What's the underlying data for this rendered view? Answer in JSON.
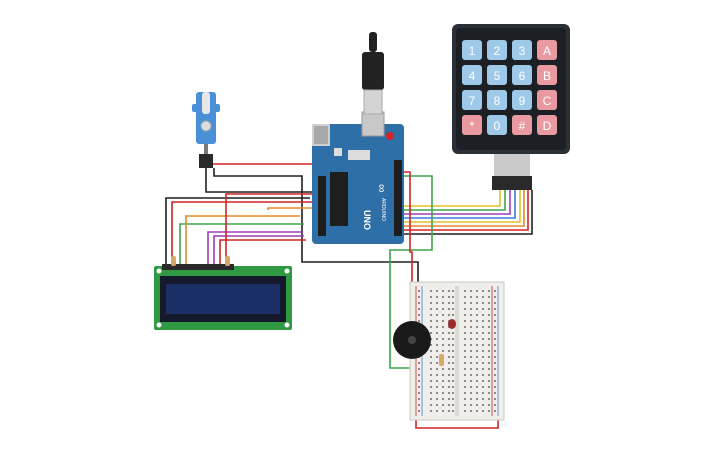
{
  "circuit": {
    "keypad": {
      "keys": [
        [
          "1",
          "2",
          "3",
          "A"
        ],
        [
          "4",
          "5",
          "6",
          "B"
        ],
        [
          "7",
          "8",
          "9",
          "C"
        ],
        [
          "*",
          "0",
          "#",
          "D"
        ]
      ]
    },
    "arduino": {
      "logo": "∞",
      "model": "UNO",
      "brand": "ARDUINO"
    },
    "colors": {
      "board": "#2e6fa8",
      "keypad_body": "#2b2f36",
      "key_numeric": "#9ec9e8",
      "key_letter": "#e99aa0",
      "lcd_pcb": "#2f9a43",
      "lcd_screen": "#1c2e66",
      "breadboard": "#efeeea",
      "wire_red": "#d22424",
      "wire_black": "#1f1f1f",
      "wire_green": "#3fa34d",
      "wire_yellow": "#e3c02a",
      "wire_orange": "#e48a2a",
      "wire_purple": "#9a3fb5",
      "wire_blue": "#3f7bd9"
    },
    "icons": [
      "usb-cable-icon",
      "servo-motor-icon",
      "buzzer-icon",
      "led-icon",
      "resistor-icon"
    ]
  }
}
